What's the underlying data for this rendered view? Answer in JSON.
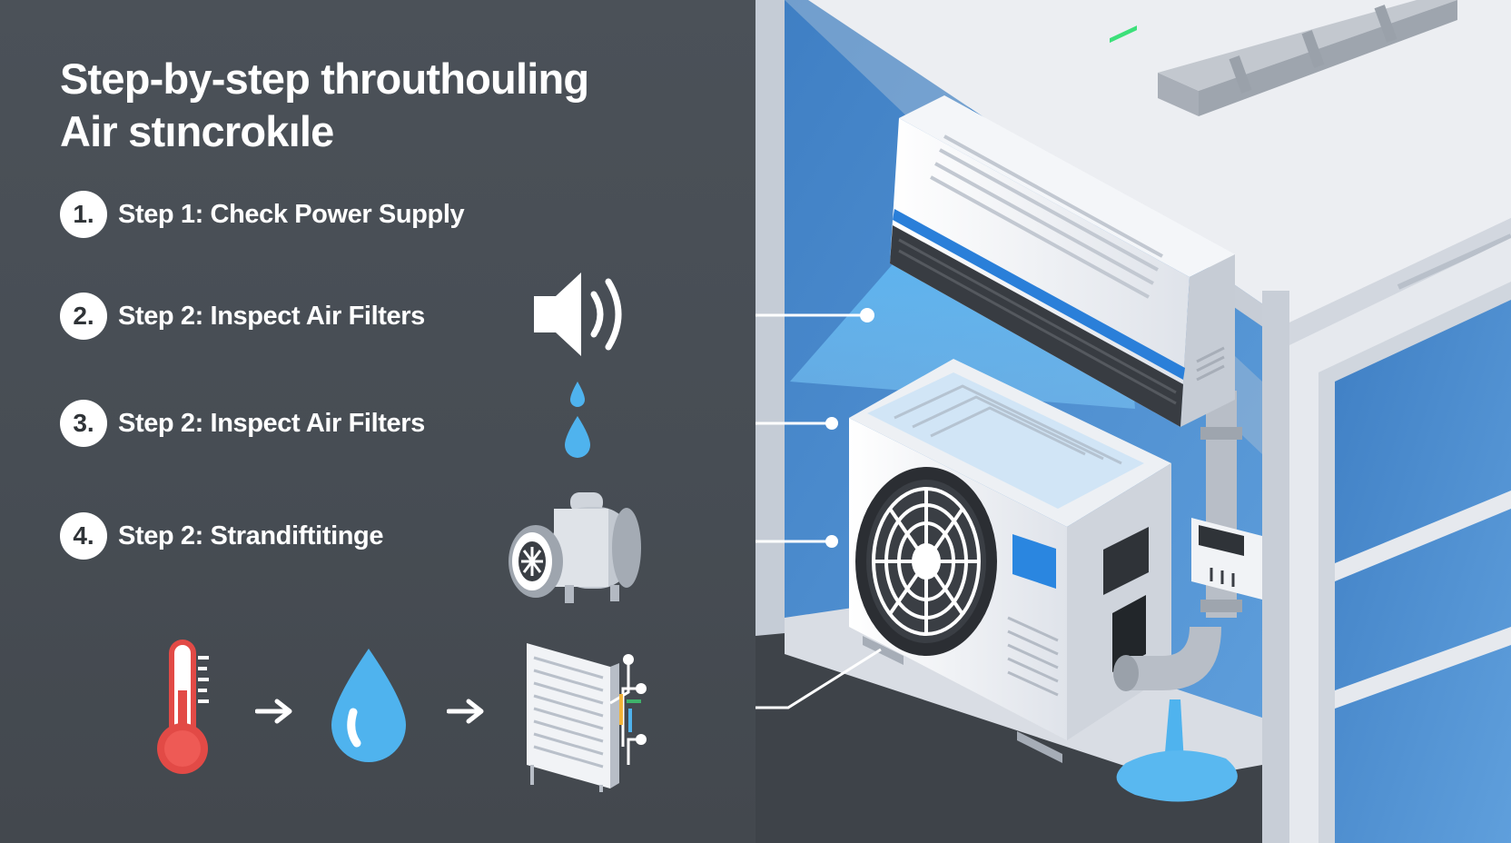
{
  "title": {
    "line1": "Step-by-step throuthouling",
    "line2": "Air stıncrokıle"
  },
  "steps": [
    {
      "number": "1.",
      "label": "Step 1: Check Power Supply"
    },
    {
      "number": "2.",
      "label": "Step 2: Inspect Air Filters"
    },
    {
      "number": "3.",
      "label": "Step 2: Inspect Air Filters"
    },
    {
      "number": "4.",
      "label": "Step 2: Strandiftitinge"
    }
  ],
  "icons": {
    "step2": "speaker-icon",
    "step3": "water-drops-icon",
    "step4": "motor-icon",
    "flow": [
      "thermometer-icon",
      "arrow-right-icon",
      "water-drop-icon",
      "arrow-right-icon",
      "filter-grille-icon"
    ]
  },
  "colors": {
    "panel": "#4a5057",
    "accent_blue": "#2a7fd9",
    "water": "#4fb3ee",
    "thermo_red": "#e34b47",
    "text": "#ffffff"
  }
}
